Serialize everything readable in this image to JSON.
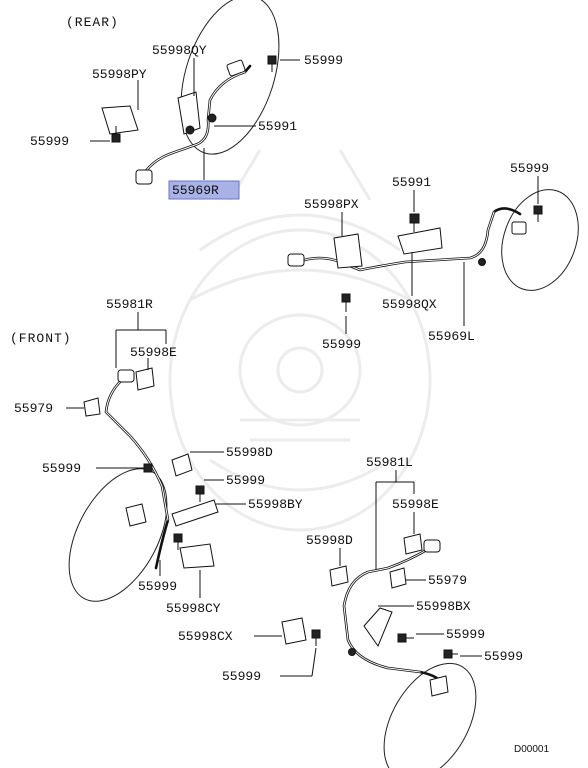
{
  "sections": {
    "rear": "(REAR)",
    "front": "(FRONT)"
  },
  "highlight_color": "#a8b2e6",
  "labels": {
    "rear_55998QY": "55998QY",
    "rear_55999_top": "55999",
    "rear_55998PY": "55998PY",
    "rear_55991": "55991",
    "rear_55999_left": "55999",
    "rear_55969R": "55969R",
    "mid_55991": "55991",
    "mid_55999_right": "55999",
    "mid_55998PX": "55998PX",
    "mid_55998QX": "55998QX",
    "mid_55999_bottom": "55999",
    "mid_55969L": "55969L",
    "fl_55981R": "55981R",
    "fl_55998E": "55998E",
    "fl_55979": "55979",
    "fl_55998D": "55998D",
    "fl_55999_a": "55999",
    "fl_55999_b": "55999",
    "fl_55998BY": "55998BY",
    "fl_55999_c": "55999",
    "fl_55998CY": "55998CY",
    "fr_55981L": "55981L",
    "fr_55998E": "55998E",
    "fr_55998D": "55998D",
    "fr_55979": "55979",
    "fr_55998BX": "55998BX",
    "fr_55998CX": "55998CX",
    "fr_55999_a": "55999",
    "fr_55999_b": "55999",
    "fr_55999_c": "55999"
  },
  "diagram_code": "D00001"
}
